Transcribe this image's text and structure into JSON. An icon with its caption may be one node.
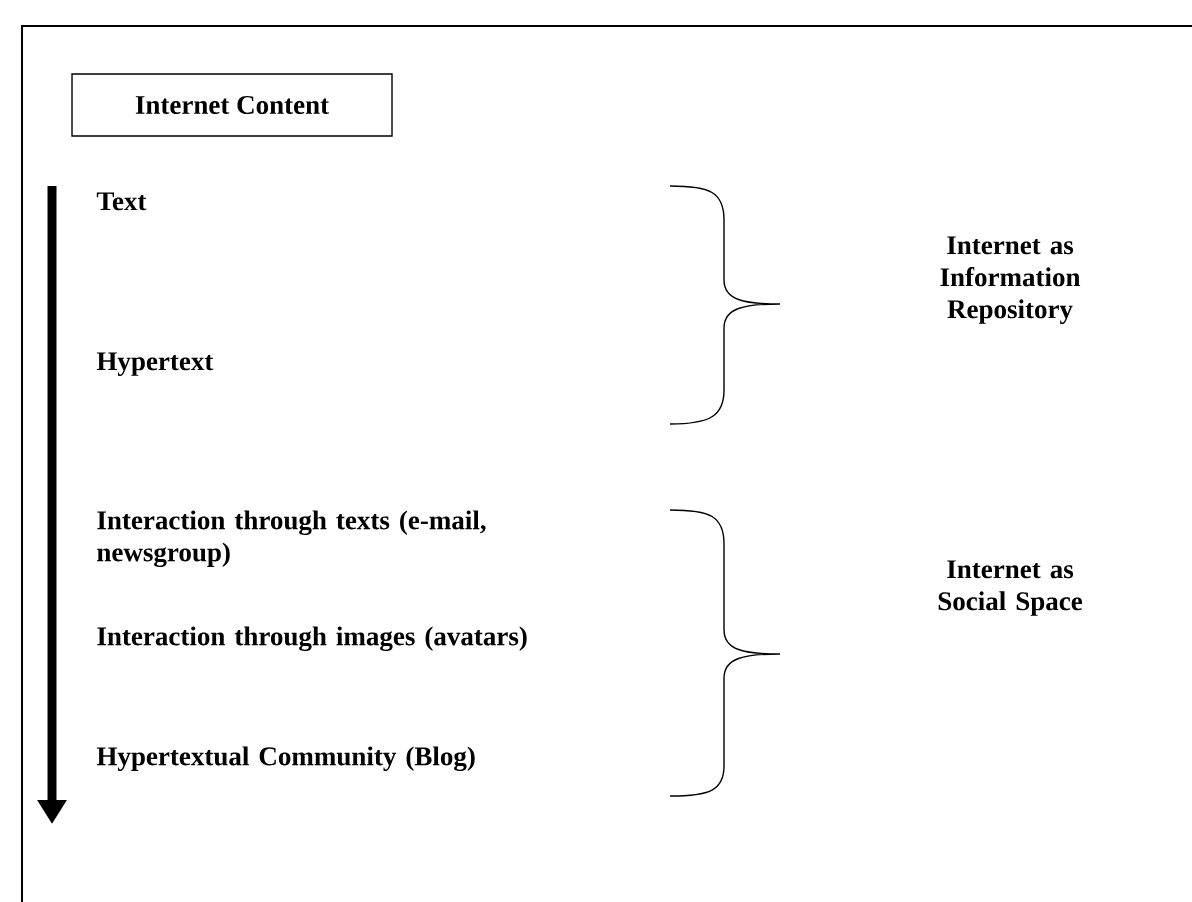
{
  "diagram": {
    "nodes": [
      {
        "text": [
          "Internet Content"
        ]
      }
    ],
    "labels": [
      "Text",
      "Internet as Information Repository",
      "Hypertext",
      "Interaction through texts (e-mail, newsgroup)",
      "Internet as Social Space",
      "Interaction through images (avatars)",
      "Hypertextual Community (Blog)"
    ]
  }
}
